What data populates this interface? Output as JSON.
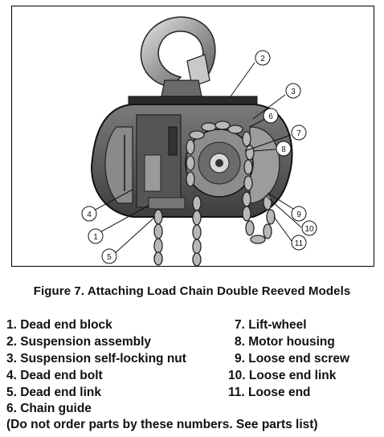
{
  "caption": "Figure 7. Attaching Load Chain Double Reeved Models",
  "callouts": [
    "1",
    "2",
    "3",
    "4",
    "5",
    "6",
    "7",
    "8",
    "9",
    "10",
    "11"
  ],
  "legend_left": [
    "1. Dead end block",
    "2. Suspension assembly",
    "3. Suspension self-locking nut",
    "4. Dead end bolt",
    "5. Dead end link",
    "6. Chain guide"
  ],
  "legend_right": [
    "7. Lift-wheel",
    "8. Motor housing",
    "9. Loose end screw",
    "10. Loose end link",
    "11. Loose end"
  ],
  "note": "(Do not order parts by these numbers. See parts list)"
}
